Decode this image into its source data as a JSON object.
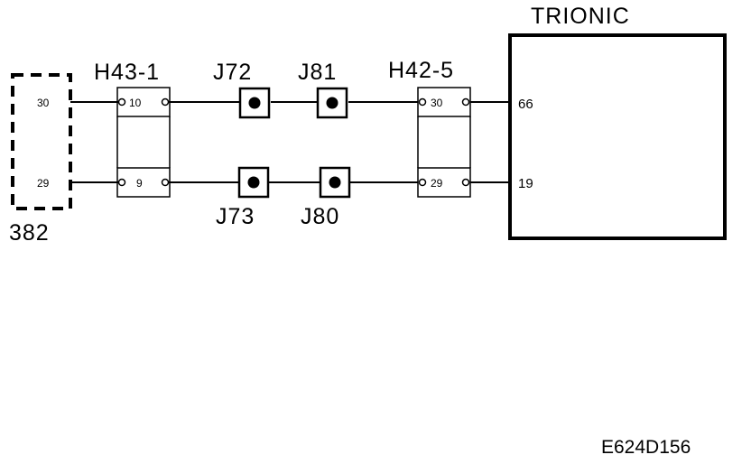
{
  "connectors": {
    "c382": {
      "label": "382",
      "pin_top": "30",
      "pin_bottom": "29"
    },
    "h43": {
      "label": "H43-1",
      "pin_top": "10",
      "pin_bottom": "9"
    },
    "h42": {
      "label": "H42-5",
      "pin_top": "30",
      "pin_bottom": "29"
    }
  },
  "splices": {
    "j72": "J72",
    "j81": "J81",
    "j73": "J73",
    "j80": "J80"
  },
  "ecu": {
    "label": "TRIONIC",
    "pin_top": "66",
    "pin_bottom": "19"
  },
  "figure_ref": "E624D156"
}
